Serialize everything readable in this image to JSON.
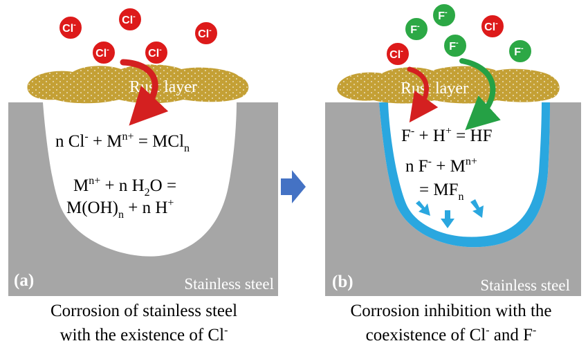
{
  "panel_a": {
    "ions": [
      {
        "id": "a1",
        "symbol": "Cl",
        "sup": "-"
      },
      {
        "id": "a2",
        "symbol": "Cl",
        "sup": "-"
      },
      {
        "id": "a3",
        "symbol": "Cl",
        "sup": "-"
      },
      {
        "id": "a4",
        "symbol": "Cl",
        "sup": "-"
      },
      {
        "id": "a5",
        "symbol": "Cl",
        "sup": "-"
      }
    ],
    "rust_label": "Rust layer",
    "eq1": {
      "t1": "n Cl",
      "s1": "-",
      "t2": " + M",
      "s2": "n+",
      "t3": " = MCl",
      "sub": "n"
    },
    "eq2_line1": {
      "t1": "M",
      "s1": "n+",
      "t2": " + n H",
      "sub": "2",
      "t3": "O ="
    },
    "eq2_line2": {
      "t1": "M(OH)",
      "sub": "n",
      "t2": " + n H",
      "s1": "+"
    },
    "panel_label": "(a)",
    "steel_label": "Stainless steel",
    "caption_line1": "Corrosion of stainless steel",
    "caption_line2": "with the existence of Cl",
    "caption_sup": "-"
  },
  "panel_b": {
    "ions": [
      {
        "id": "b1",
        "symbol": "F",
        "sup": "-"
      },
      {
        "id": "b2",
        "symbol": "F",
        "sup": "-"
      },
      {
        "id": "b3",
        "symbol": "Cl",
        "sup": "-"
      },
      {
        "id": "b4",
        "symbol": "Cl",
        "sup": "-"
      },
      {
        "id": "b5",
        "symbol": "F",
        "sup": "-"
      },
      {
        "id": "b6",
        "symbol": "F",
        "sup": "-"
      }
    ],
    "rust_label": "Rust layer",
    "eq1": {
      "t1": "F",
      "s1": "-",
      "t2": " + H",
      "s2": "+",
      "t3": " = HF"
    },
    "eq2_line1": {
      "t1": "n F",
      "s1": "-",
      "t2": " + M",
      "s2": "n+"
    },
    "eq2_line2": {
      "t1": "= MF",
      "sub": "n"
    },
    "panel_label": "(b)",
    "steel_label": "Stainless steel",
    "caption_line1": "Corrosion inhibition with the",
    "caption_line2a": "coexistence of Cl",
    "caption_sup1": "-",
    "caption_line2b": " and F",
    "caption_sup2": "-"
  },
  "colors": {
    "steel": "#a6a6a6",
    "rust": "#c4a035",
    "cl_ion": "#dd1a1a",
    "f_ion": "#2ca845",
    "film": "#2aa7df",
    "transition_arrow": "#4472c4"
  }
}
